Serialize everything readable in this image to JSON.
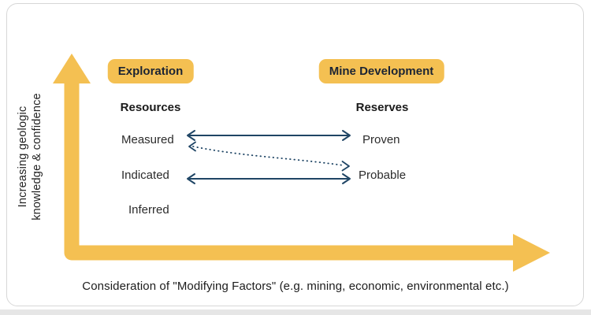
{
  "diagram": {
    "y_axis": {
      "label_line1": "Increasing geologic",
      "label_line2": "knowledge & confidence"
    },
    "x_axis": {
      "label": "Consideration of \"Modifying Factors\" (e.g. mining, economic, environmental etc.)"
    },
    "stages": {
      "exploration": "Exploration",
      "mine_development": "Mine Development"
    },
    "resources": {
      "header": "Resources",
      "rows": [
        "Measured",
        "Indicated",
        "Inferred"
      ]
    },
    "reserves": {
      "header": "Reserves",
      "rows": [
        "Proven",
        "Probable"
      ]
    },
    "colors": {
      "accent_yellow": "#F4C052",
      "arrow_navy": "#1F4565",
      "text_dark": "#1c2433"
    }
  }
}
